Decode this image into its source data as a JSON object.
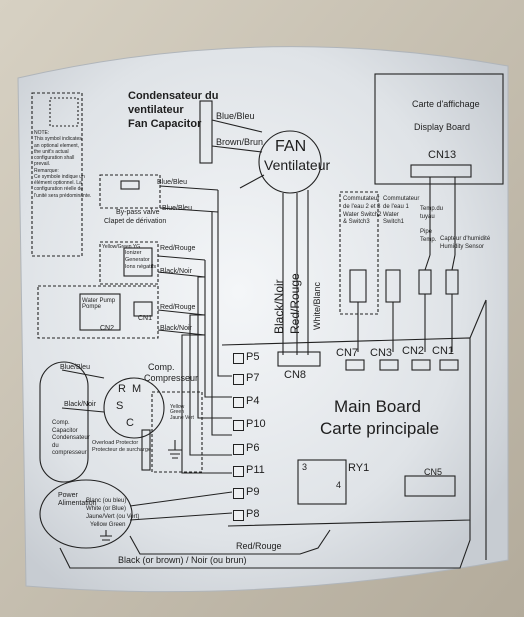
{
  "fan_capacitor": {
    "fr": "Condensateur du",
    "fr2": "ventilateur",
    "en": "Fan Capacitor",
    "wire1": "Blue/Bleu",
    "wire2": "Brown/Brun"
  },
  "fan": {
    "en": "FAN",
    "fr": "Ventilateur"
  },
  "display_board": {
    "fr": "Carte d'affichage",
    "en": "Display Board",
    "connector": "CN13"
  },
  "note_box": {
    "lines": [
      "NOTE:",
      "This symbol indicates",
      "an optional element,",
      "the unit's actual",
      "configuration shall",
      "prevail.",
      "Remarque:",
      "Ce symbole indique un",
      "élément optionnel. La",
      "configuration réelle de",
      "l'unité sera prédominante."
    ]
  },
  "bypass_valve": {
    "en": "By-pass valve",
    "fr": "Clapet de dérivation",
    "wire1": "Blue/Bleu",
    "wire2": "Blue/Bleu"
  },
  "ionizer": {
    "lines": [
      "Ionizer",
      "Generator",
      "Ions négatifs"
    ],
    "wire1": "Red/Rouge",
    "wire2": "Black/Noir",
    "ground": "Yellow/Green YG"
  },
  "pump": {
    "lines": [
      "Water Pump",
      "Pompe"
    ],
    "label": "CN2",
    "label2": "CN1",
    "wire1": "Red/Rouge",
    "wire2": "Black/Noir"
  },
  "switches": {
    "sw23": [
      "Commutateur",
      "de l'eau 2 et 3",
      "Water Switch2",
      "& Switch3"
    ],
    "sw1": [
      "Commutateur",
      "de l'eau 1",
      "Water",
      "Switch1"
    ],
    "pipe_temp": [
      "Temp.du",
      "tuyau",
      "Pipe",
      "Temp."
    ],
    "humidity": [
      "Capteur d'humidité",
      "Humidity Sensor"
    ]
  },
  "cn_labels": [
    "CN7",
    "CN3",
    "CN2",
    "CN1"
  ],
  "fan_wires": {
    "black": "Black/Noir",
    "red": "Red/Rouge",
    "white": "White/Blanc"
  },
  "compressor": {
    "en": "Comp.",
    "fr": "Compresseur",
    "terminals": {
      "r": "R",
      "m": "M",
      "s": "S",
      "c": "C"
    },
    "overload": [
      "Overload Protector",
      "Protecteur de surcharge"
    ],
    "ground": "Yellow Green Jaune Vert"
  },
  "comp_capacitor": {
    "lines": [
      "Comp.",
      "Capacitor",
      "Condensateur",
      "du",
      "compresseur"
    ],
    "wire1": "Blue/Bleu",
    "wire2": "Black/Noir"
  },
  "pins": [
    "P5",
    "P7",
    "P4",
    "P10",
    "P6",
    "P11",
    "P9",
    "P8"
  ],
  "cn8": "CN8",
  "main_board": {
    "en": "Main Board",
    "fr": "Carte principale"
  },
  "relay": {
    "label": "RY1",
    "pin3": "3",
    "pin4": "4"
  },
  "cn5": "CN5",
  "power": {
    "label": [
      "Power",
      "Alimentation"
    ],
    "wire_blue": "Blanc (ou bleu)",
    "wire_white": "White (or Blue)",
    "wire_yg": "Jaune/Vert (ou Vert)",
    "wire_yg2": "Yellow Green"
  },
  "bottom_wires": {
    "red": "Red/Rouge",
    "black": "Black (or brown) / Noir (ou brun)"
  }
}
